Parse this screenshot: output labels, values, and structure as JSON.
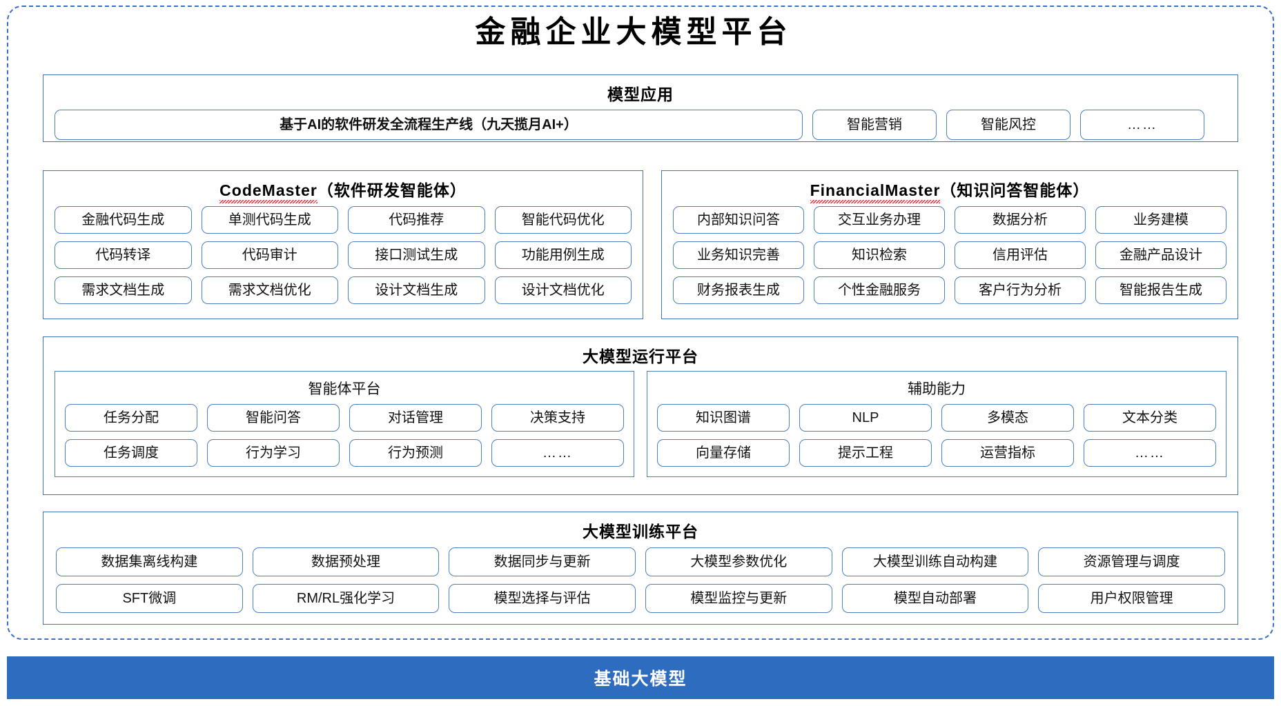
{
  "title": "金融企业大模型平台",
  "colors": {
    "frame_border": "#3a6fc4",
    "section_border": "#3f72b8",
    "chip_border": "#4a7ec0",
    "foundation_bar": "#2d6cbe",
    "spellcheck_underline": "#e12f2f"
  },
  "model_application": {
    "title": "模型应用",
    "primary": "基于AI的软件研发全流程生产线（九天揽月AI+）",
    "items": [
      "智能营销",
      "智能风控",
      "……"
    ]
  },
  "code_master": {
    "title_main": "CodeMaster",
    "title_suffix": "（软件研发智能体）",
    "items": [
      "金融代码生成",
      "单测代码生成",
      "代码推荐",
      "智能代码优化",
      "代码转译",
      "代码审计",
      "接口测试生成",
      "功能用例生成",
      "需求文档生成",
      "需求文档优化",
      "设计文档生成",
      "设计文档优化"
    ]
  },
  "financial_master": {
    "title_main": "FinancialMaster",
    "title_suffix": "（知识问答智能体）",
    "items": [
      "内部知识问答",
      "交互业务办理",
      "数据分析",
      "业务建模",
      "业务知识完善",
      "知识检索",
      "信用评估",
      "金融产品设计",
      "财务报表生成",
      "个性金融服务",
      "客户行为分析",
      "智能报告生成"
    ]
  },
  "runtime_platform": {
    "title": "大模型运行平台",
    "agent_platform": {
      "title": "智能体平台",
      "items": [
        "任务分配",
        "智能问答",
        "对话管理",
        "决策支持",
        "任务调度",
        "行为学习",
        "行为预测",
        "……"
      ]
    },
    "support_capability": {
      "title": "辅助能力",
      "items": [
        "知识图谱",
        "NLP",
        "多模态",
        "文本分类",
        "向量存储",
        "提示工程",
        "运营指标",
        "……"
      ]
    }
  },
  "training_platform": {
    "title": "大模型训练平台",
    "items": [
      "数据集离线构建",
      "数据预处理",
      "数据同步与更新",
      "大模型参数优化",
      "大模型训练自动构建",
      "资源管理与调度",
      "SFT微调",
      "RM/RL强化学习",
      "模型选择与评估",
      "模型监控与更新",
      "模型自动部署",
      "用户权限管理"
    ]
  },
  "foundation": {
    "label": "基础大模型"
  }
}
